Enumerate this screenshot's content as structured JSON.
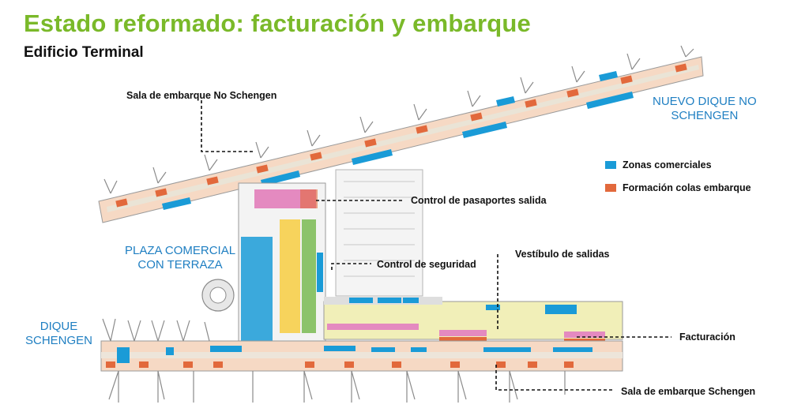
{
  "header": {
    "title": "Estado reformado: facturación y embarque",
    "subtitle": "Edificio Terminal"
  },
  "callouts": {
    "no_schengen_lounge": "Sala de embarque No Schengen",
    "passport_control": "Control de pasaportes salida",
    "security_control": "Control de seguridad",
    "departures_hall": "Vestíbulo de salidas",
    "check_in": "Facturación",
    "schengen_lounge": "Sala de embarque Schengen"
  },
  "areas": {
    "new_pier_line1": "NUEVO DIQUE NO",
    "new_pier_line2": "SCHENGEN",
    "plaza_line1": "PLAZA COMERCIAL",
    "plaza_line2": "CON TERRAZA",
    "schengen_pier_line1": "DIQUE",
    "schengen_pier_line2": "SCHENGEN"
  },
  "legend": [
    {
      "label": "Zonas comerciales",
      "color": "#1a9bd7"
    },
    {
      "label": "Formación colas embarque",
      "color": "#e2693c"
    }
  ],
  "colors": {
    "title_green": "#7ab929",
    "area_blue": "#1f7fc2",
    "commercial_blue": "#1a9bd7",
    "queue_orange": "#e2693c",
    "corridor_peach": "#f6d9c4",
    "hall_yellow": "#f1efb8",
    "security_yellow": "#f7d35c",
    "passport_pink": "#e48ac0",
    "security_green": "#8cc36a"
  }
}
